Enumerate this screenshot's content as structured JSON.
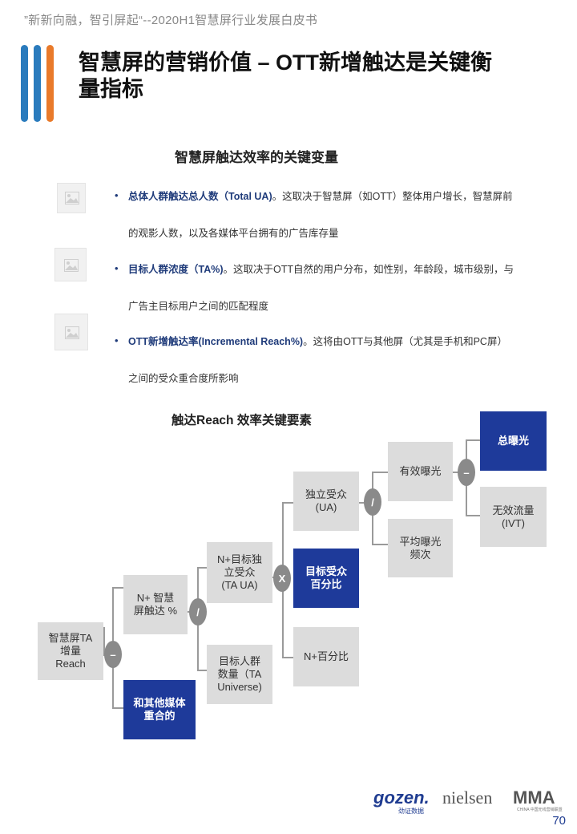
{
  "header": {
    "note": "”新新向融，智引屏起“--2020H1智慧屏行业发展白皮书"
  },
  "title": {
    "line1": "智慧屏的营销价值 – OTT新增触达是关键衡",
    "line2": "量指标"
  },
  "section": {
    "title": "智慧屏触达效率的关键变量"
  },
  "bullets": [
    {
      "lead": "总体人群触达总人数（Total UA)",
      "text1": "。这取决于智慧屏（如OTT）整体用户增长，智慧屏前",
      "text2": "的观影人数，以及各媒体平台拥有的广告库存量"
    },
    {
      "lead": "目标人群浓度（TA%)",
      "text1": "。这取决于OTT自然的用户分布，如性别，年龄段，城市级别，与",
      "text2": "广告主目标用户之间的匹配程度"
    },
    {
      "lead": "OTT新增触达率(Incremental  Reach%)",
      "text1": "。这将由OTT与其他屏（尤其是手机和PC屏）",
      "text2": "之间的受众重合度所影响"
    }
  ],
  "diagram": {
    "title": "触达Reach 效率关键要素",
    "boxes": {
      "reach": "智慧屏TA\n增量\nReach",
      "n_ratio": "N+ 智慧\n屏触达 %",
      "overlap": "和其他媒体\n重合的",
      "ta_ua": "N+目标独\n立受众\n(TA UA)",
      "ta_universe": "目标人群\n数量（TA\nUniverse)",
      "ua": "独立受众\n(UA)",
      "ta_pct": "目标受众\n百分比",
      "n_pct": "N+百分比",
      "eff_imp": "有效曝光",
      "avg_freq": "平均曝光\n频次",
      "total_imp": "总曝光",
      "ivt": "无效流量\n(IVT)"
    },
    "operators": {
      "op1": "–",
      "op2": "/",
      "op3": "X",
      "op4": "/",
      "op5": "–"
    }
  },
  "footer": {
    "gozen": "gozen.",
    "gozen_sub": "劲证数据",
    "nielsen": "nielsen",
    "mma": "MMA",
    "mma_sub": "CHINA 中国无线营销联盟",
    "page": "70"
  },
  "colors": {
    "accent_blue": "#1e3a9a",
    "bar_blue": "#2a7bbd",
    "bar_orange": "#e97a2a",
    "box_gray": "#dcdcdc"
  }
}
